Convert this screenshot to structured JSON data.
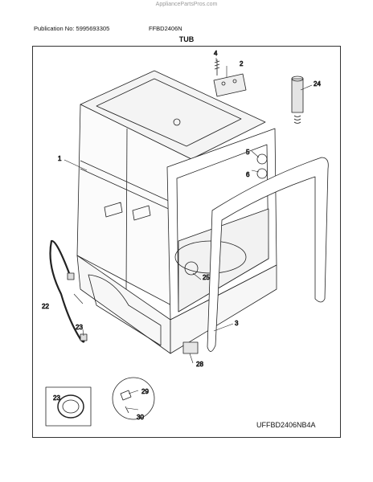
{
  "header": {
    "watermark": "AppliancePartsPros.com",
    "publication": "Publication No: 5995693305",
    "model": "FFBD2406N",
    "section_title": "TUB"
  },
  "callouts": {
    "c1": "1",
    "c2": "2",
    "c3": "3",
    "c4": "4",
    "c5": "5",
    "c6": "6",
    "c22": "22",
    "c23": "23",
    "c24": "24",
    "c25": "25",
    "c28": "28",
    "c29": "29",
    "c30": "30",
    "c23b": "23"
  },
  "footer": {
    "diagram_code": "UFFBD2406NB4A"
  }
}
